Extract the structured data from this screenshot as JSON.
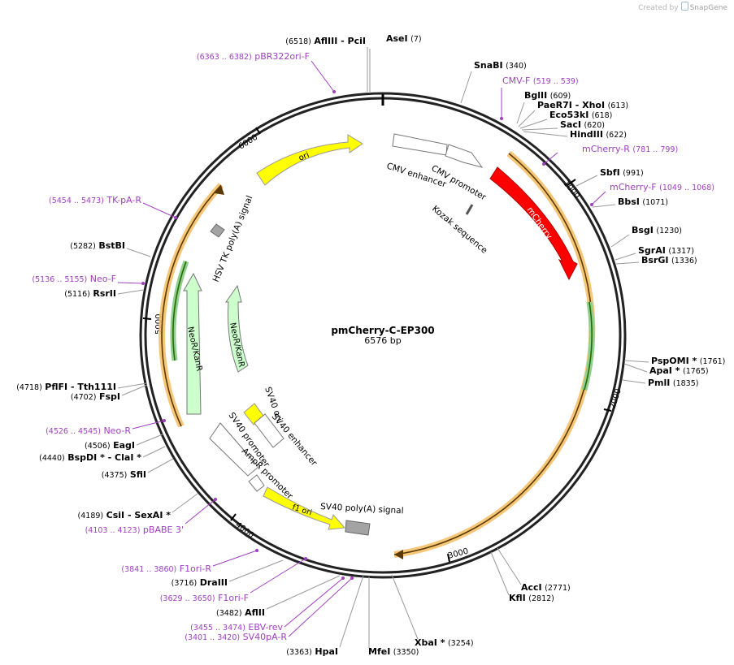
{
  "credit": {
    "prefix": "Created by",
    "brand": "SnapGene"
  },
  "plasmid": {
    "name": "pmCherry-C-EP300",
    "size": "6576 bp",
    "length": 6576
  },
  "colors": {
    "primer": "#a040c0",
    "enzyme": "#000000",
    "yellow": "#ffff00",
    "red": "#ff0000",
    "green": "#ccffcc",
    "gray": "#a3a3a3",
    "orange": "#f0c060",
    "darkgreen": "#2a7a00"
  },
  "ticks": [
    "1000",
    "2000",
    "3000",
    "4000",
    "5000",
    "6000"
  ],
  "sites": [
    {
      "name": "AseI",
      "pos": "(7)",
      "kind": "enzyme",
      "star": false
    },
    {
      "name": "SnaBI",
      "pos": "(340)",
      "kind": "enzyme"
    },
    {
      "name": "CMV-F",
      "pos": "(519 .. 539)",
      "kind": "primer"
    },
    {
      "name": "BglII",
      "pos": "(609)",
      "kind": "enzyme"
    },
    {
      "name": "PaeR7I - XhoI",
      "pos": "(613)",
      "kind": "enzyme"
    },
    {
      "name": "Eco53kI",
      "pos": "(618)",
      "kind": "enzyme"
    },
    {
      "name": "SacI",
      "pos": "(620)",
      "kind": "enzyme"
    },
    {
      "name": "HindIII",
      "pos": "(622)",
      "kind": "enzyme"
    },
    {
      "name": "mCherry-R",
      "pos": "(781 .. 799)",
      "kind": "primer"
    },
    {
      "name": "SbfI",
      "pos": "(991)",
      "kind": "enzyme"
    },
    {
      "name": "mCherry-F",
      "pos": "(1049 .. 1068)",
      "kind": "primer"
    },
    {
      "name": "BbsI",
      "pos": "(1071)",
      "kind": "enzyme"
    },
    {
      "name": "BsgI",
      "pos": "(1230)",
      "kind": "enzyme"
    },
    {
      "name": "SgrAI",
      "pos": "(1317)",
      "kind": "enzyme"
    },
    {
      "name": "BsrGI",
      "pos": "(1336)",
      "kind": "enzyme"
    },
    {
      "name": "PspOMI *",
      "pos": "(1761)",
      "kind": "enzyme"
    },
    {
      "name": "ApaI *",
      "pos": "(1765)",
      "kind": "enzyme"
    },
    {
      "name": "PmlI",
      "pos": "(1835)",
      "kind": "enzyme"
    },
    {
      "name": "AccI",
      "pos": "(2771)",
      "kind": "enzyme"
    },
    {
      "name": "KflI",
      "pos": "(2812)",
      "kind": "enzyme"
    },
    {
      "name": "XbaI *",
      "pos": "(3254)",
      "kind": "enzyme"
    },
    {
      "name": "MfeI",
      "pos": "(3350)",
      "kind": "enzyme"
    },
    {
      "name": "HpaI",
      "pos": "(3363)",
      "kind": "enzyme"
    },
    {
      "name": "SV40pA-R",
      "pos": "(3401 .. 3420)",
      "kind": "primer"
    },
    {
      "name": "EBV-rev",
      "pos": "(3455 .. 3474)",
      "kind": "primer"
    },
    {
      "name": "AflII",
      "pos": "(3482)",
      "kind": "enzyme"
    },
    {
      "name": "F1ori-F",
      "pos": "(3629 .. 3650)",
      "kind": "primer"
    },
    {
      "name": "DraIII",
      "pos": "(3716)",
      "kind": "enzyme"
    },
    {
      "name": "F1ori-R",
      "pos": "(3841 .. 3860)",
      "kind": "primer"
    },
    {
      "name": "pBABE 3'",
      "pos": "(4103 .. 4123)",
      "kind": "primer"
    },
    {
      "name": "CsiI - SexAI *",
      "pos": "(4189)",
      "kind": "enzyme"
    },
    {
      "name": "SfiI",
      "pos": "(4375)",
      "kind": "enzyme"
    },
    {
      "name": "BspDI * - ClaI *",
      "pos": "(4440)",
      "kind": "enzyme"
    },
    {
      "name": "EagI",
      "pos": "(4506)",
      "kind": "enzyme"
    },
    {
      "name": "Neo-R",
      "pos": "(4526 .. 4545)",
      "kind": "primer"
    },
    {
      "name": "FspI",
      "pos": "(4702)",
      "kind": "enzyme"
    },
    {
      "name": "PflFI - Tth111I",
      "pos": "(4718)",
      "kind": "enzyme"
    },
    {
      "name": "RsrII",
      "pos": "(5116)",
      "kind": "enzyme"
    },
    {
      "name": "Neo-F",
      "pos": "(5136 .. 5155)",
      "kind": "primer"
    },
    {
      "name": "BstBI",
      "pos": "(5282)",
      "kind": "enzyme"
    },
    {
      "name": "TK-pA-R",
      "pos": "(5454 .. 5473)",
      "kind": "primer"
    },
    {
      "name": "pBR322ori-F",
      "pos": "(6363 .. 6382)",
      "kind": "primer"
    },
    {
      "name": "AflIII - PciI",
      "pos": "(6518)",
      "kind": "enzyme"
    }
  ],
  "features": [
    {
      "name": "CMV enhancer"
    },
    {
      "name": "CMV promoter"
    },
    {
      "name": "Kozak sequence"
    },
    {
      "name": "mCherry"
    },
    {
      "name": "SV40 poly(A) signal"
    },
    {
      "name": "f1 ori"
    },
    {
      "name": "AmpR promoter"
    },
    {
      "name": "SV40 promoter"
    },
    {
      "name": "SV40 enhancer"
    },
    {
      "name": "SV40 ori"
    },
    {
      "name": "NeoR/KanR"
    },
    {
      "name": "NeoR/KanR"
    },
    {
      "name": "HSV TK poly(A) signal"
    },
    {
      "name": "ori"
    }
  ]
}
